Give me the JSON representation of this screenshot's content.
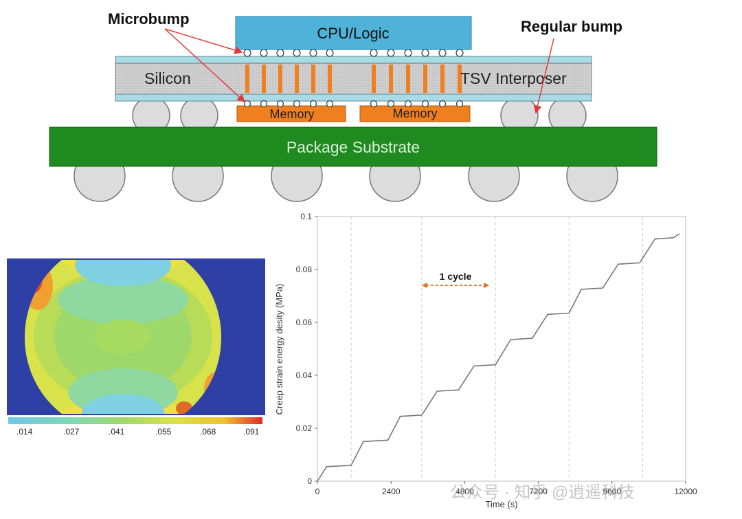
{
  "diagram": {
    "cpu_label": "CPU/Logic",
    "silicon_label": "Silicon",
    "interposer_label": "TSV Interposer",
    "memory_left_label": "Memory",
    "memory_right_label": "Memory",
    "substrate_label": "Package Substrate",
    "microbump_callout": "Microbump",
    "regular_bump_callout": "Regular bump",
    "colors": {
      "cpu": "#4fb3d9",
      "interposer_edge": "#a9dbe6",
      "tsv": "#f07f1f",
      "memory": "#f07f1f",
      "substrate": "#1f8a1f",
      "substrate_text": "#d9f2d9",
      "bump": "#dcdcdc",
      "arrow": "#e03b3b"
    }
  },
  "contour": {
    "legend_ticks": [
      ".014",
      ".027",
      ".041",
      ".055",
      ".068",
      ".091"
    ],
    "colors": {
      "background": "#2e3fa6",
      "low": "#7fd0e0",
      "mid": "#9fd86a",
      "high": "#f0e040",
      "max": "#e04a2a"
    }
  },
  "chart_data": {
    "type": "line",
    "title": "",
    "xlabel": "Time (s)",
    "ylabel": "Creep strain energy desity (MPa)",
    "xlim": [
      0,
      12000
    ],
    "ylim": [
      0,
      0.1
    ],
    "x_ticks": [
      "0",
      "2400",
      "4800",
      "7200",
      "9600",
      "12000"
    ],
    "y_ticks": [
      "0",
      "0.02",
      "0.04",
      "0.06",
      "0.08",
      "0.1"
    ],
    "cycle_lines": [
      1100,
      3400,
      5800,
      8200,
      10600
    ],
    "annotation": "1 cycle",
    "annotation_range": [
      3400,
      5600
    ],
    "annotation_y": 0.074,
    "series": [
      {
        "points": [
          [
            0,
            0
          ],
          [
            300,
            0.0055
          ],
          [
            1100,
            0.006
          ],
          [
            1500,
            0.015
          ],
          [
            2300,
            0.0155
          ],
          [
            2700,
            0.0245
          ],
          [
            3400,
            0.025
          ],
          [
            3900,
            0.034
          ],
          [
            4600,
            0.0345
          ],
          [
            5100,
            0.0435
          ],
          [
            5800,
            0.044
          ],
          [
            6300,
            0.0535
          ],
          [
            7000,
            0.054
          ],
          [
            7500,
            0.063
          ],
          [
            8200,
            0.0635
          ],
          [
            8600,
            0.0725
          ],
          [
            9300,
            0.073
          ],
          [
            9800,
            0.082
          ],
          [
            10500,
            0.0825
          ],
          [
            11000,
            0.0915
          ],
          [
            11600,
            0.092
          ],
          [
            11800,
            0.0935
          ]
        ]
      }
    ]
  },
  "watermark": "公众号 · 知乎 @逍遥科技"
}
